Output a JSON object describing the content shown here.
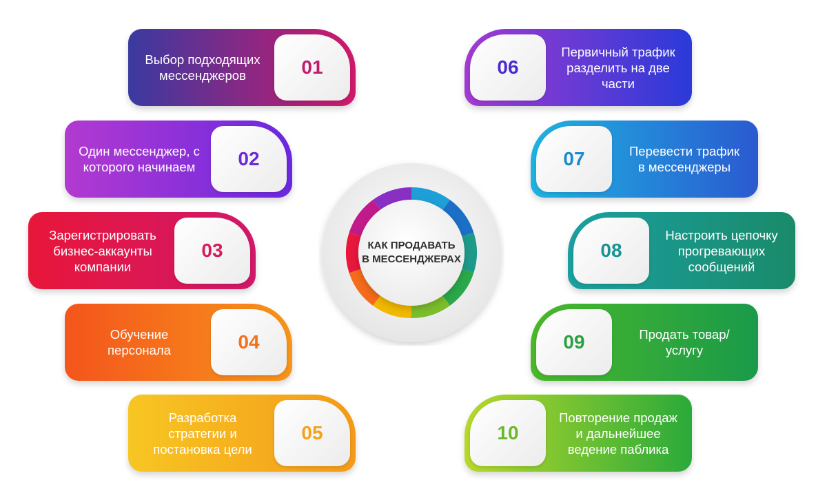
{
  "hub": {
    "title": "КАК ПРОДАВАТЬ\nВ МЕССЕНДЖЕРАХ",
    "ring_colors": [
      "#1e9fd8",
      "#1b6fc7",
      "#1e9a8a",
      "#2aa84a",
      "#7bbd2a",
      "#f0b800",
      "#f46b1a",
      "#e8173c",
      "#c11a8a",
      "#8a2fc4"
    ]
  },
  "steps": [
    {
      "number": "01",
      "text": "Выбор подходящих\nмессенджеров",
      "side": "left",
      "color_from": "#3a3aa0",
      "color_to": "#d0186a",
      "number_color": "#c31a6e"
    },
    {
      "number": "02",
      "text": "Один мессенджер, с\nкоторого начинаем",
      "side": "left",
      "color_from": "#b23ad0",
      "color_to": "#6a28e0",
      "number_color": "#6a2ad8"
    },
    {
      "number": "03",
      "text": "Зарегистрировать\nбизнес-аккаунты\nкомпании",
      "side": "left",
      "color_from": "#e8163a",
      "color_to": "#d0186a",
      "number_color": "#d81c5a"
    },
    {
      "number": "04",
      "text": "Обучение\nперсонала",
      "side": "left",
      "color_from": "#f4551c",
      "color_to": "#f7941a",
      "number_color": "#f4701a"
    },
    {
      "number": "05",
      "text": "Разработка\nстратегии и\nпостановка цели",
      "side": "left",
      "color_from": "#f7c623",
      "color_to": "#f49a1a",
      "number_color": "#f4a21a"
    },
    {
      "number": "06",
      "text": "Первичный трафик\nразделить на две\nчасти",
      "side": "right",
      "color_from": "#a23ad0",
      "color_to": "#2a3ad8",
      "number_color": "#4a2ad0"
    },
    {
      "number": "07",
      "text": "Перевести трафик\nв мессенджеры",
      "side": "right",
      "color_from": "#1eb3e0",
      "color_to": "#2a5ad0",
      "number_color": "#1a8ad0"
    },
    {
      "number": "08",
      "text": "Настроить цепочку\nпрогревающих\nсообщений",
      "side": "right",
      "color_from": "#1aa0a0",
      "color_to": "#1a8a6a",
      "number_color": "#1a9490"
    },
    {
      "number": "09",
      "text": "Продать товар/\nуслугу",
      "side": "right",
      "color_from": "#4ab82a",
      "color_to": "#1a9a4a",
      "number_color": "#2aa040"
    },
    {
      "number": "10",
      "text": "Повторение продаж\nи дальнейшее\nведение паблика",
      "side": "right",
      "color_from": "#b8d82a",
      "color_to": "#2aaa3a",
      "number_color": "#6ab82a"
    }
  ]
}
